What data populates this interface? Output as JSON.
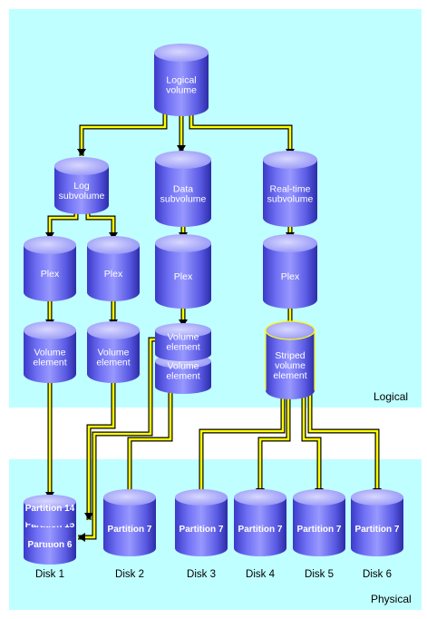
{
  "bands": {
    "logical_label": "Logical",
    "physical_label": "Physical"
  },
  "nodes": {
    "logical_volume": [
      "Logical",
      "volume"
    ],
    "log_subvolume": [
      "Log",
      "subvolume"
    ],
    "data_subvolume": [
      "Data",
      "subvolume"
    ],
    "realtime_subvolume": [
      "Real-time",
      "subvolume"
    ],
    "plex_1": [
      "Plex"
    ],
    "plex_2": [
      "Plex"
    ],
    "plex_3": [
      "Plex"
    ],
    "plex_4": [
      "Plex"
    ],
    "volume_element_1": [
      "Volume",
      "element"
    ],
    "volume_element_2": [
      "Volume",
      "element"
    ],
    "volume_element_3a": [
      "Volume",
      "element"
    ],
    "volume_element_3b": [
      "Volume",
      "element"
    ],
    "striped_volume_element": [
      "Striped",
      "volume",
      "element"
    ]
  },
  "disks": [
    {
      "name": "Disk 1",
      "partitions": [
        "Partition 14",
        "Partition 15",
        "Partition 6"
      ]
    },
    {
      "name": "Disk 2",
      "partitions": [
        "Partition 7"
      ]
    },
    {
      "name": "Disk 3",
      "partitions": [
        "Partition 7"
      ]
    },
    {
      "name": "Disk 4",
      "partitions": [
        "Partition 7"
      ]
    },
    {
      "name": "Disk 5",
      "partitions": [
        "Partition 7"
      ]
    },
    {
      "name": "Disk 6",
      "partitions": [
        "Partition 7"
      ]
    }
  ],
  "colors": {
    "band": "#c0ffff",
    "cylinder_light": "#b8b8ff",
    "cylinder_mid": "#6464ee",
    "cylinder_dark": "#3030b0",
    "arrow_fill": "#ffff00",
    "arrow_stroke": "#000000"
  }
}
